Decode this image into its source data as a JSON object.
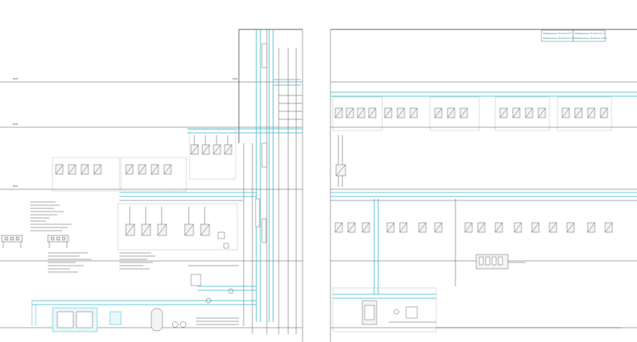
{
  "colors": {
    "line": "#555555",
    "supply": "#3ab6c8",
    "background": "#ffffff"
  },
  "sheets": [
    {
      "levels": [
        {
          "code": "OG1"
        },
        {
          "code": "OG2"
        },
        {
          "code": "OG3"
        }
      ]
    },
    {
      "header_legend": [
        "Kältewasser Vorlauf 6°C",
        "Kältewasser Vorlauf 12°C",
        "Kältewasser Rücklauf 12°C",
        "Kältewasser Rücklauf 18°C"
      ]
    }
  ]
}
